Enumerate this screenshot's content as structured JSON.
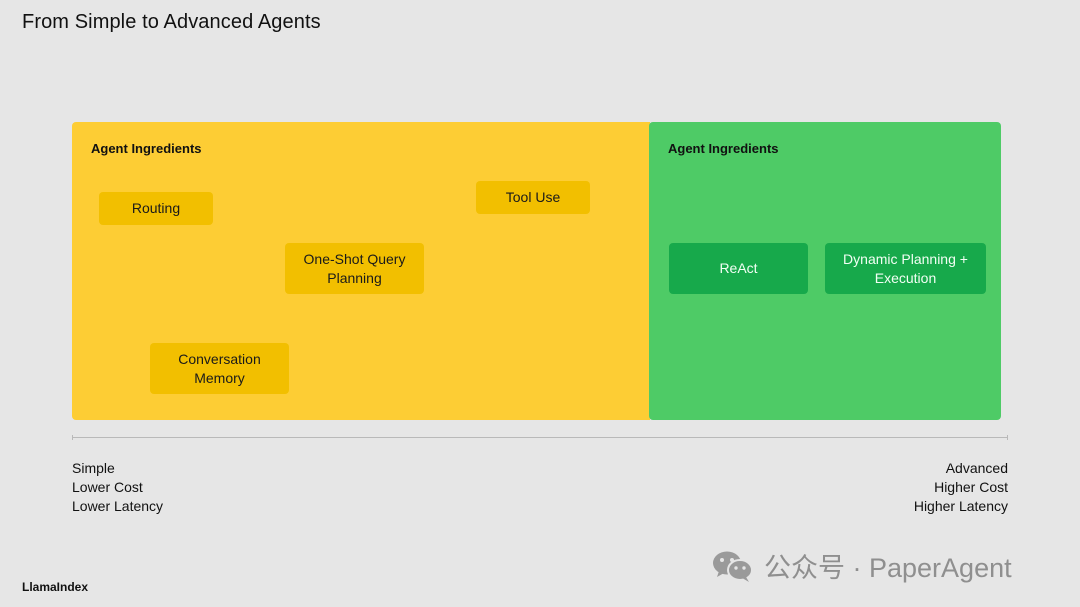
{
  "header": {
    "title": "From Simple to Advanced Agents"
  },
  "panels": [
    {
      "title": "Agent Ingredients",
      "color": "#fdcd34",
      "chips": [
        {
          "label": "Routing"
        },
        {
          "label": "Tool Use"
        },
        {
          "label": "One-Shot Query\nPlanning"
        },
        {
          "label": "Conversation\nMemory"
        }
      ]
    },
    {
      "title": "Agent Ingredients",
      "color": "#4ecb66",
      "chips": [
        {
          "label": "ReAct"
        },
        {
          "label": "Dynamic Planning +\nExecution"
        }
      ]
    }
  ],
  "axis": {
    "left": [
      "Simple",
      "Lower Cost",
      "Lower Latency"
    ],
    "right": [
      "Advanced",
      "Higher Cost",
      "Higher Latency"
    ]
  },
  "footer": {
    "brand": "LlamaIndex"
  },
  "watermark": {
    "text": "公众号 · PaperAgent",
    "icon": "wechat-icon"
  }
}
